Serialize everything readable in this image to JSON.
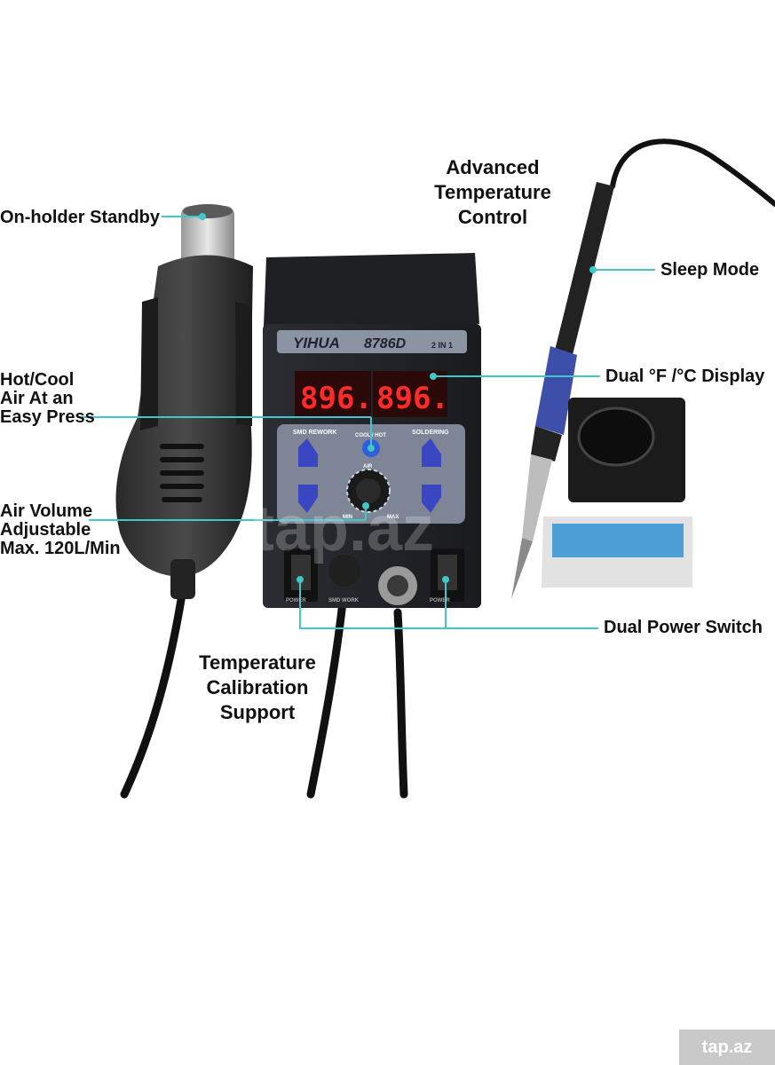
{
  "brand": "YIHUA",
  "model": "8786D",
  "variant": "2 IN 1",
  "display_left": "896.",
  "display_right": "896.",
  "panel": {
    "smd_rework": "SMD REWORK",
    "cool_hot": "COOL / HOT",
    "soldering": "SOLDERING",
    "air": "AIR",
    "min": "MIN",
    "max": "MAX",
    "power_left": "POWER",
    "smd_work": "SMD WORK",
    "power_right": "POWER"
  },
  "callouts": {
    "standby": "On-holder Standby",
    "advanced": [
      "Advanced",
      "Temperature",
      "Control"
    ],
    "sleep": "Sleep Mode",
    "hotcool": [
      "Hot/Cool",
      "Air At an",
      "Easy Press"
    ],
    "dual_display": "Dual °F /°C Display",
    "air_volume": [
      "Air Volume",
      "Adjustable",
      "Max. 120L/Min"
    ],
    "dual_power": "Dual Power Switch",
    "calibration": [
      "Temperature",
      "Calibration",
      "Support"
    ]
  },
  "watermark": "tap.az",
  "colors": {
    "callout_line": "#3fc7c9",
    "button_blue": "#3b46c2",
    "display_red": "#ff2a2a",
    "panel_gray": "#7d8596"
  }
}
